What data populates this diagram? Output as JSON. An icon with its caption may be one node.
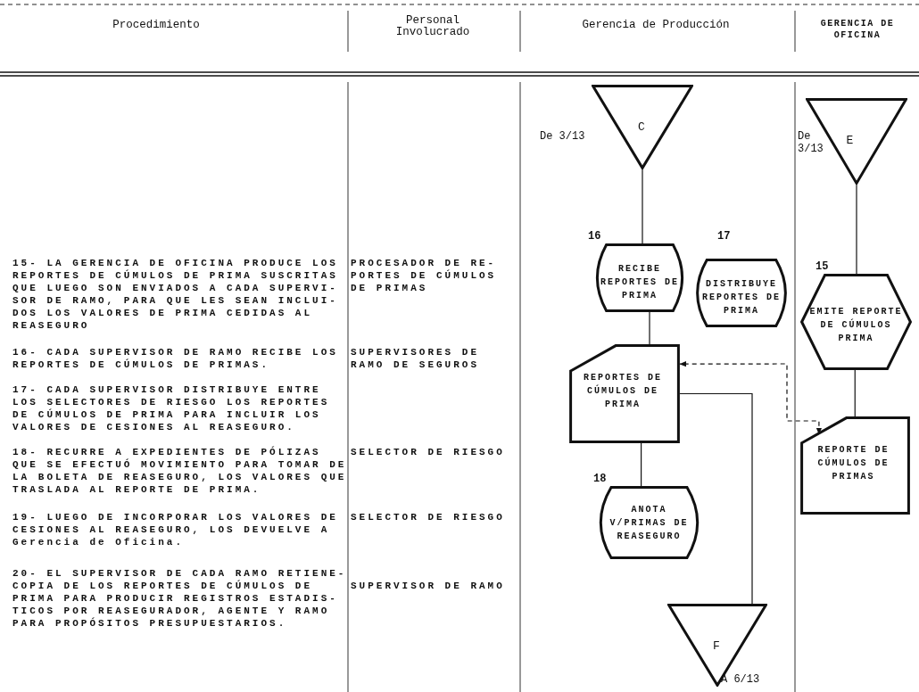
{
  "diagram": {
    "nodes": [
      {
        "text": [
          "C"
        ],
        "beside": [
          "De 3/13"
        ]
      },
      {
        "text": [
          "E"
        ],
        "beside": [
          "De 3/13"
        ]
      },
      {
        "text": [
          "RECIBE REPORTES DE PRIMA"
        ],
        "beside": [
          "16"
        ]
      },
      {
        "text": [
          "DISTRIBUYE REPORTES DE PRIMA"
        ],
        "beside": [
          "17"
        ]
      },
      {
        "text": [
          "EMITE REPORTE DE CÚMULOS PRIMA"
        ],
        "beside": [
          "15"
        ]
      },
      {
        "text": [
          "REPORTES DE CÚMULOS DE PRIMA"
        ]
      },
      {
        "text": [
          "REPORTE DE CÚMULOS DE PRIMAS"
        ]
      },
      {
        "text": [
          "ANOTA V/PRIMAS DE REASEGURO"
        ],
        "beside": [
          "18"
        ]
      },
      {
        "text": [
          "F"
        ],
        "beside": [
          "A 6/13"
        ]
      }
    ],
    "edges": [
      {
        "from": 0,
        "to": 2,
        "arrow": "none"
      },
      {
        "from": 1,
        "to": 4,
        "arrow": "none"
      },
      {
        "from": 2,
        "to": 5,
        "arrow": "none"
      },
      {
        "from": 4,
        "to": 6,
        "arrow": "none"
      },
      {
        "from": 5,
        "to": 7,
        "arrow": "none"
      },
      {
        "from": 5,
        "to": 8,
        "arrow": "none"
      },
      {
        "from": 6,
        "to": 5,
        "arrow": "both",
        "style": "dashed"
      }
    ],
    "labels": [
      "Procedimiento",
      "Personal Involucrado",
      "Gerencia de Producción",
      "GERENCIA DE OFICINA",
      "15- LA GERENCIA DE OFICINA PRODUCE LOS REPORTES DE CÚMULOS DE PRIMA SUSCRITAS QUE LUEGO SON ENVIADOS A CADA SUPERVI- SOR DE RAMO, PARA QUE LES SEAN INCLUI- DOS LOS VALORES DE PRIMA CEDIDAS AL REASEGURO",
      "PROCESADOR DE RE- PORTES DE CÚMULOS DE PRIMAS",
      "16- CADA SUPERVISOR DE RAMO RECIBE LOS REPORTES DE CÚMULOS DE PRIMAS.",
      "SUPERVISORES DE RAMO DE SEGUROS",
      "17- CADA SUPERVISOR DISTRIBUYE ENTRE LOS SELECTORES DE RIESGO LOS REPORTES DE CÚMULOS DE PRIMA PARA INCLUIR LOS VALORES DE CESIONES AL REASEGURO.",
      "18- RECURRE A EXPEDIENTES DE PÓLIZAS QUE SE EFECTUÓ MOVIMIENTO PARA TOMAR DE LA BOLETA DE REASEGURO, LOS VALORES QUE TRASLADA AL REPORTE DE PRIMA.",
      "SELECTOR DE RIESGO",
      "19- LUEGO DE INCORPORAR LOS VALORES DE CESIONES AL REASEGURO, LOS DEVUELVE A Gerencia de Oficina.",
      "SELECTOR DE RIESGO",
      "20- EL SUPERVISOR DE CADA RAMO RETIENE- COPIA DE LOS REPORTES DE CÚMULOS DE PRIMA PARA PRODUCIR REGISTROS ESTADIS- TICOS POR REASEGURADOR, AGENTE Y RAMO PARA PROPÓSITOS PRESUPUESTARIOS.",
      "SUPERVISOR DE RAMO"
    ]
  }
}
